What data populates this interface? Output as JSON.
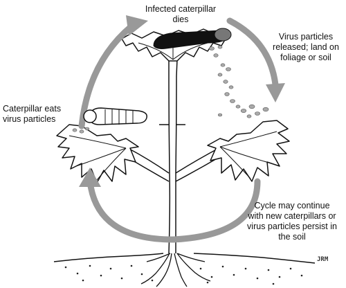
{
  "labels": {
    "top": "Infected caterpillar\ndies",
    "right_top": "Virus particles\nreleased; land on\nfoliage or soil",
    "left": "Caterpillar eats\nvirus particles",
    "bottom_right": "Cycle may continue\nwith new caterpillars or\nvirus particles persist in\nthe soil",
    "signature": "JRM"
  },
  "colors": {
    "arrow": "#999999",
    "line": "#111111",
    "particle": "#aaaaaa",
    "infected_body": "#111111",
    "infected_head": "#777777"
  }
}
